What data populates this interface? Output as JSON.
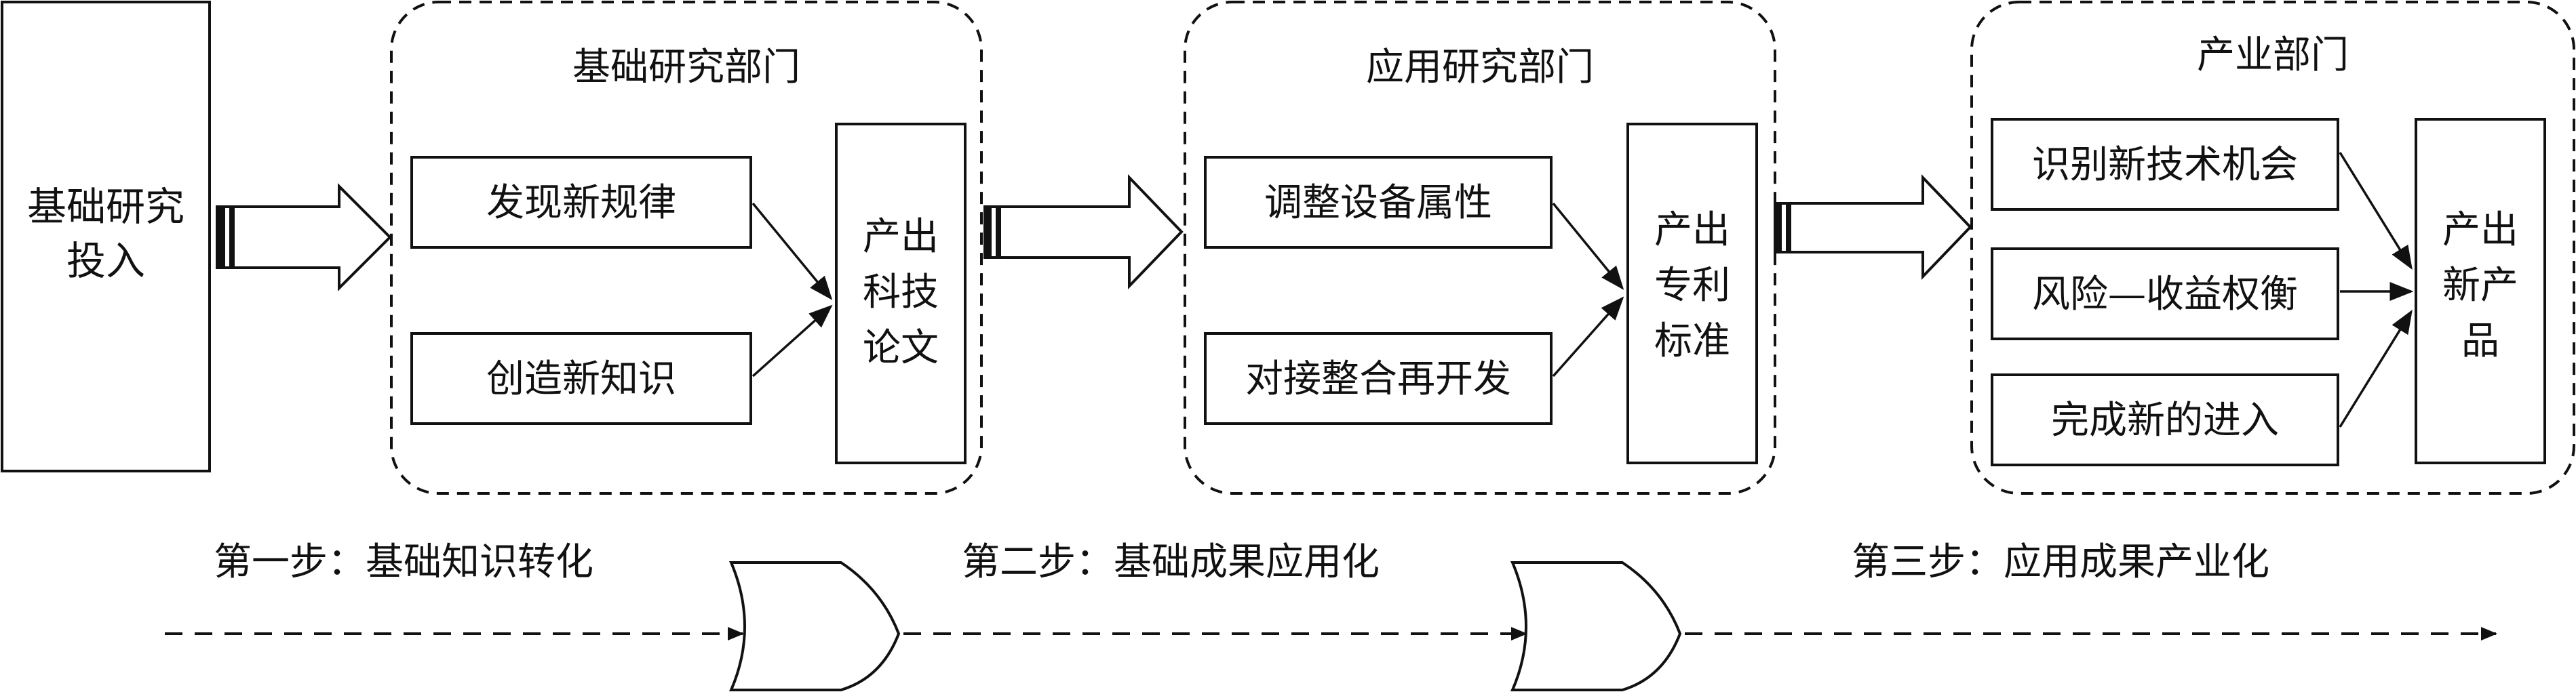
{
  "input_box": {
    "label_line1": "基础研究",
    "label_line2": "投入"
  },
  "departments": [
    {
      "title": "基础研究部门",
      "items": [
        "发现新规律",
        "创造新知识"
      ],
      "output": [
        "产出",
        "科技",
        "论文"
      ]
    },
    {
      "title": "应用研究部门",
      "items": [
        "调整设备属性",
        "对接整合再开发"
      ],
      "output": [
        "产出",
        "专利",
        "标准"
      ]
    },
    {
      "title": "产业部门",
      "items": [
        "识别新技术机会",
        "风险—收益权衡",
        "完成新的进入"
      ],
      "output": [
        "产出",
        "新产",
        "品"
      ]
    }
  ],
  "steps": [
    "第一步：基础知识转化",
    "第二步：基础成果应用化",
    "第三步：应用成果产业化"
  ]
}
